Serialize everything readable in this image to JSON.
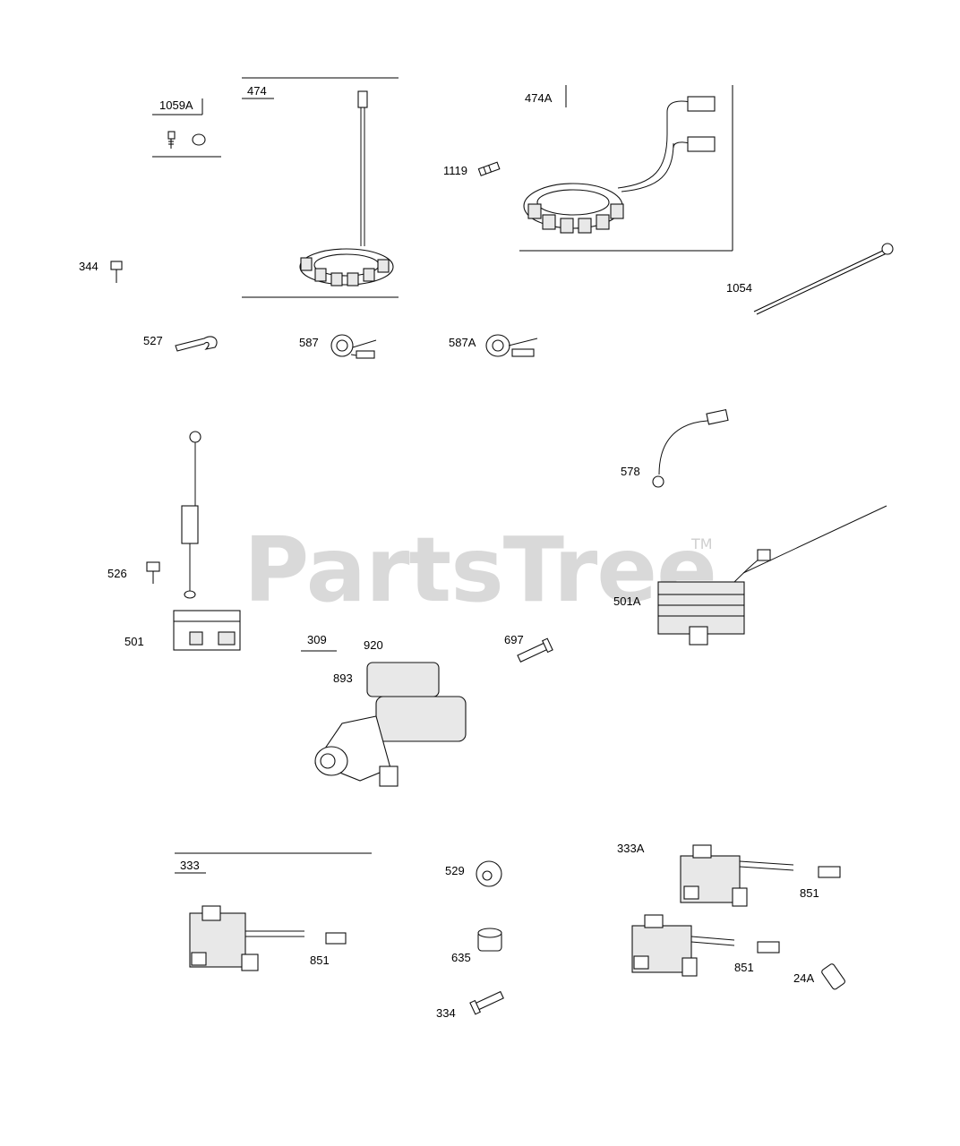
{
  "watermark": {
    "brand": "PartsTree",
    "trademark": "TM"
  },
  "callouts": {
    "c1059A": "1059A",
    "c474": "474",
    "c474A": "474A",
    "c1119": "1119",
    "c344": "344",
    "c1054": "1054",
    "c527": "527",
    "c587": "587",
    "c587A": "587A",
    "c578": "578",
    "c526": "526",
    "c501": "501",
    "c501A": "501A",
    "c309": "309",
    "c920": "920",
    "c697": "697",
    "c893": "893",
    "c333": "333",
    "c529": "529",
    "c333A": "333A",
    "c851a": "851",
    "c851b": "851",
    "c851c": "851",
    "c635": "635",
    "c334": "334",
    "c24A": "24A"
  },
  "colors": {
    "line": "#000000",
    "watermark": "#d9d9d9",
    "background": "#ffffff"
  }
}
